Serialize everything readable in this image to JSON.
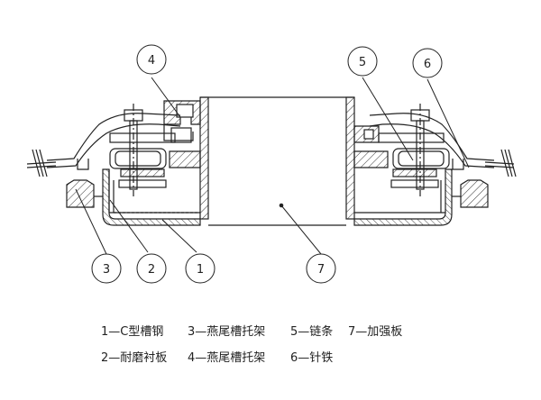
{
  "callouts": {
    "c1": "1",
    "c2": "2",
    "c3": "3",
    "c4": "4",
    "c5": "5",
    "c6": "6",
    "c7": "7"
  },
  "legend": {
    "r1": [
      "1—C型槽钢",
      "3—燕尾槽托架",
      "5—链条",
      "7—加强板"
    ],
    "r2": [
      "2—耐磨衬板",
      "4—燕尾槽托架",
      "6—针铁"
    ]
  }
}
